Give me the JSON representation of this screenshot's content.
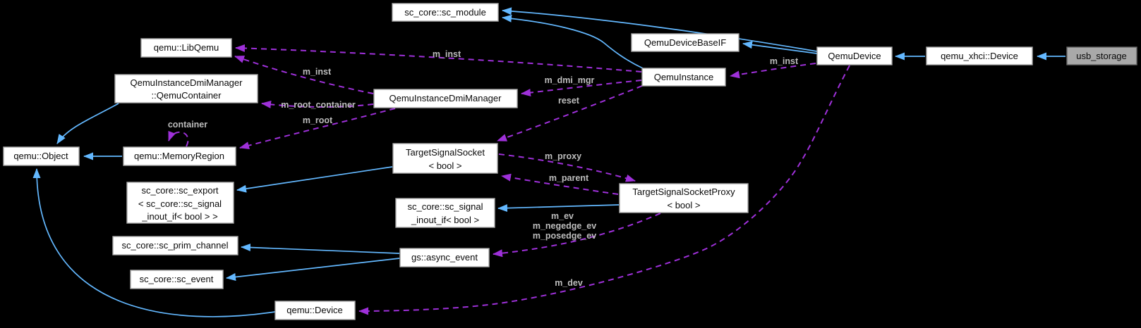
{
  "diagram": {
    "kind": "collaboration-graph",
    "background": "#000000",
    "colors": {
      "inheritance_edge": "#63b8ff",
      "usage_edge": "#9e30d9",
      "edge_label_text": "#bdbdbd",
      "node_fill": "#ffffff",
      "node_border": "#a9a9a9",
      "node_text": "#0a0a0a",
      "main_node_fill": "#a9a9a9"
    },
    "nodes": [
      {
        "lines": [
          "sc_core::sc_module"
        ]
      },
      {
        "lines": [
          "qemu::LibQemu"
        ]
      },
      {
        "lines": [
          "QemuDeviceBaseIF"
        ]
      },
      {
        "lines": [
          "QemuDevice"
        ]
      },
      {
        "lines": [
          "qemu_xhci::Device"
        ]
      },
      {
        "lines": [
          "usb_storage"
        ]
      },
      {
        "lines": [
          "QemuInstance"
        ]
      },
      {
        "lines": [
          "QemuInstanceDmiManager",
          "::QemuContainer"
        ]
      },
      {
        "lines": [
          "QemuInstanceDmiManager"
        ]
      },
      {
        "lines": [
          "qemu::Object"
        ]
      },
      {
        "lines": [
          "qemu::MemoryRegion"
        ]
      },
      {
        "lines": [
          "TargetSignalSocket",
          "< bool >"
        ]
      },
      {
        "lines": [
          "sc_core::sc_export",
          "< sc_core::sc_signal",
          "_inout_if< bool  > >"
        ]
      },
      {
        "lines": [
          "sc_core::sc_signal",
          "_inout_if< bool >"
        ]
      },
      {
        "lines": [
          "TargetSignalSocketProxy",
          "< bool >"
        ]
      },
      {
        "lines": [
          "sc_core::sc_prim_channel"
        ]
      },
      {
        "lines": [
          "gs::async_event"
        ]
      },
      {
        "lines": [
          "sc_core::sc_event"
        ]
      },
      {
        "lines": [
          "qemu::Device"
        ]
      }
    ],
    "edge_labels": [
      {
        "text": "m_inst"
      },
      {
        "text": "m_inst"
      },
      {
        "text": "m_inst"
      },
      {
        "text": "m_dmi_mgr"
      },
      {
        "text": "reset"
      },
      {
        "text": "m_root_container"
      },
      {
        "text": "m_root"
      },
      {
        "text": "container"
      },
      {
        "text": "m_proxy"
      },
      {
        "text": "m_parent"
      },
      {
        "text": "m_ev"
      },
      {
        "text": "m_negedge_ev"
      },
      {
        "text": "m_posedge_ev"
      },
      {
        "text": "m_dev"
      }
    ]
  }
}
